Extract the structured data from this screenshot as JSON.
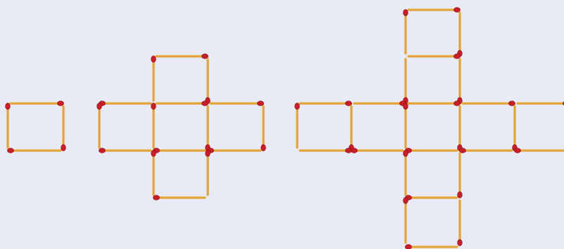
{
  "puzzle": {
    "type": "matchstick-pattern",
    "colors": {
      "background": "#e8ebf5",
      "stick": "#e8a838",
      "stick_shade": "#c98a22",
      "head": "#c81e28",
      "head_shade": "#8e1018"
    },
    "figures": [
      {
        "name": "figure-1",
        "squares": 1,
        "matchsticks": 4
      },
      {
        "name": "figure-2",
        "squares": 5,
        "matchsticks": 16
      },
      {
        "name": "figure-3",
        "squares": 9,
        "matchsticks": 28
      }
    ]
  }
}
